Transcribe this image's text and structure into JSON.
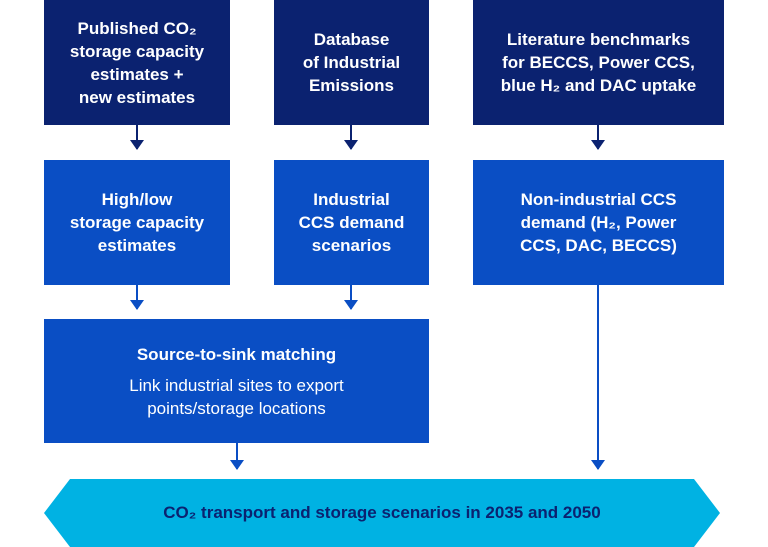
{
  "colors": {
    "dark_box": "#0b2270",
    "blue_box": "#0a4ec4",
    "banner": "#00b2e3",
    "banner_text": "#0b2270",
    "box_text": "#ffffff"
  },
  "inputs": [
    {
      "id": "published-co2",
      "lines": [
        "Published CO₂",
        "storage capacity",
        "estimates +",
        "new estimates"
      ]
    },
    {
      "id": "industrial-emissions-db",
      "lines": [
        "Database",
        "of Industrial",
        "Emissions"
      ]
    },
    {
      "id": "literature-benchmarks",
      "lines": [
        "Literature benchmarks",
        "for BECCS, Power CCS,",
        "blue H₂ and DAC uptake"
      ]
    }
  ],
  "processes": [
    {
      "id": "storage-capacity-estimates",
      "lines": [
        "High/low",
        "storage capacity",
        "estimates"
      ]
    },
    {
      "id": "industrial-ccs-demand",
      "lines": [
        "Industrial",
        "CCS demand",
        "scenarios"
      ]
    },
    {
      "id": "non-industrial-ccs-demand",
      "lines": [
        "Non-industrial CCS",
        "demand (H₂, Power",
        "CCS, DAC, BECCS)"
      ]
    }
  ],
  "matching": {
    "title": "Source-to-sink matching",
    "description_lines": [
      "Link industrial sites to export",
      "points/storage locations"
    ]
  },
  "output": {
    "label": "CO₂ transport and storage scenarios in 2035 and 2050"
  }
}
